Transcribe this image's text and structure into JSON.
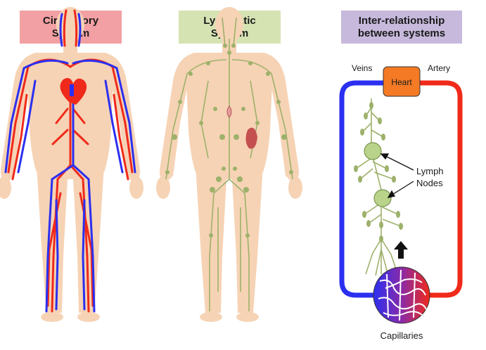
{
  "panels": [
    {
      "title": "Circulatory\nSystem",
      "color": "#f2a0a3"
    },
    {
      "title": "Lymphatic\nSystem",
      "color": "#d5e3b3"
    },
    {
      "title": "Inter-relationship\nbetween systems",
      "color": "#c6b9dc"
    }
  ],
  "schematic": {
    "veins_label": "Veins",
    "artery_label": "Artery",
    "heart_label": "Heart",
    "lymph_label_line1": "Lymph",
    "lymph_label_line2": "Nodes",
    "capillaries_label": "Capillaries"
  },
  "colors": {
    "skin": "#f6d3b5",
    "vein": "#2b2ff0",
    "artery": "#f02a1a",
    "lymph": "#9db16a",
    "heart_box": "#f47a25",
    "node": "#b9d48a"
  }
}
